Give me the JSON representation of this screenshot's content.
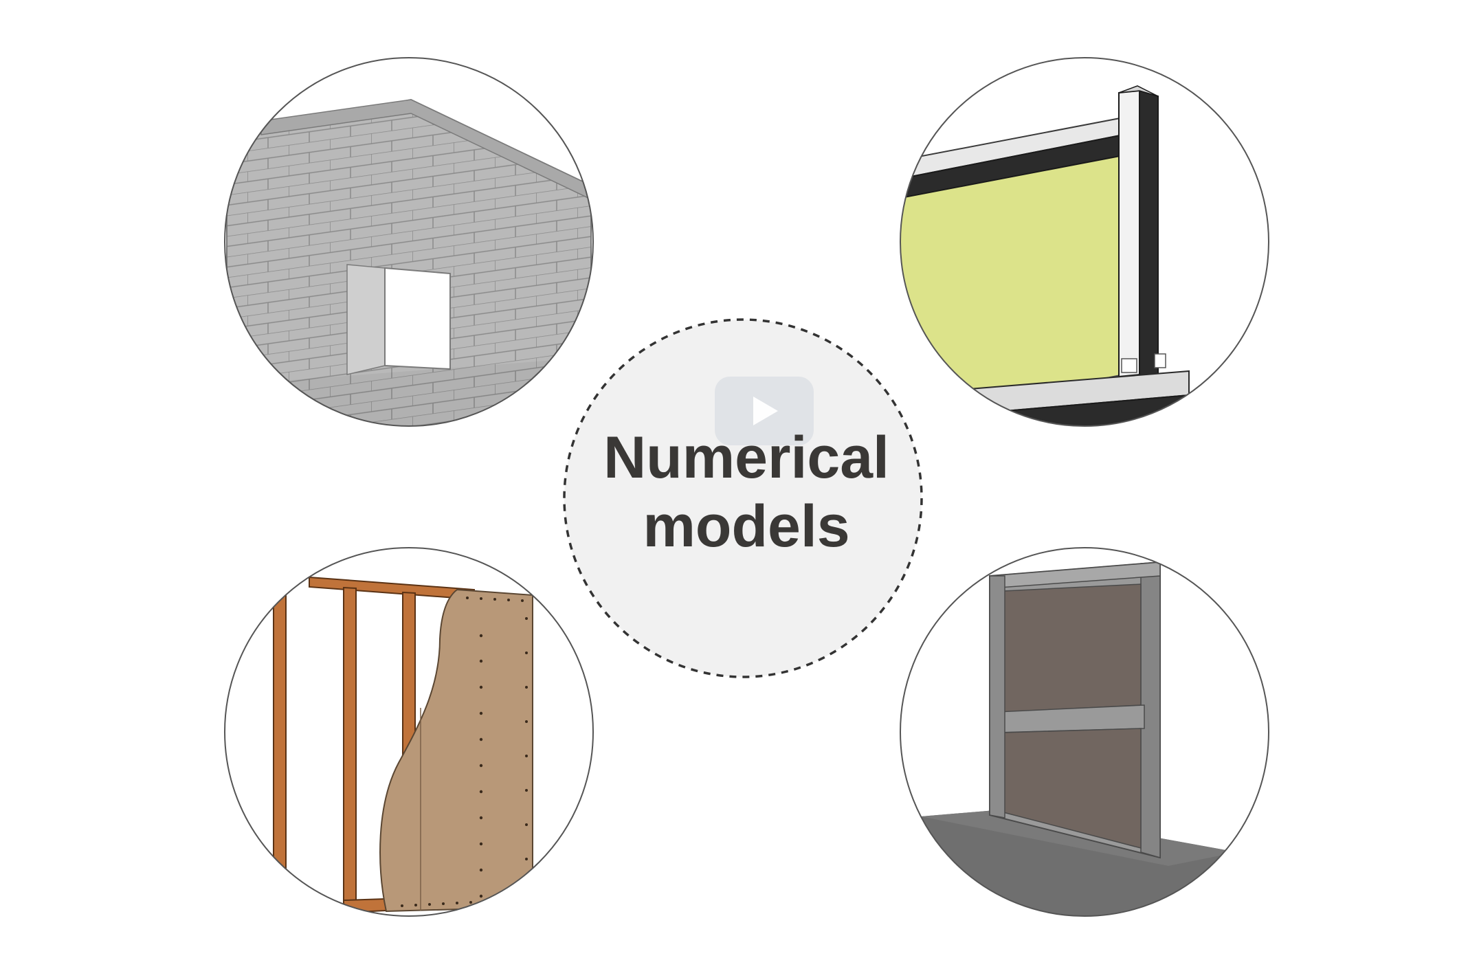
{
  "center": {
    "title_line1": "Numerical",
    "title_line2": "models"
  },
  "panels": [
    {
      "subject": "masonry-wall-with-window",
      "colors": {
        "brick": "#b5b5b5",
        "mortar": "#8e8e8e"
      }
    },
    {
      "subject": "steel-frame-wall-with-yellow-panel",
      "colors": {
        "panel": "#dce38a",
        "steel": "#2b2b2b"
      }
    },
    {
      "subject": "timber-stud-wall-with-sheathing",
      "colors": {
        "timber": "#c0733a",
        "sheathing": "#b89878"
      }
    },
    {
      "subject": "concrete-frame-with-infill-panels",
      "colors": {
        "frame": "#8f8f8f",
        "infill": "#716660"
      }
    }
  ],
  "play_button": {
    "icon": "play-icon"
  }
}
